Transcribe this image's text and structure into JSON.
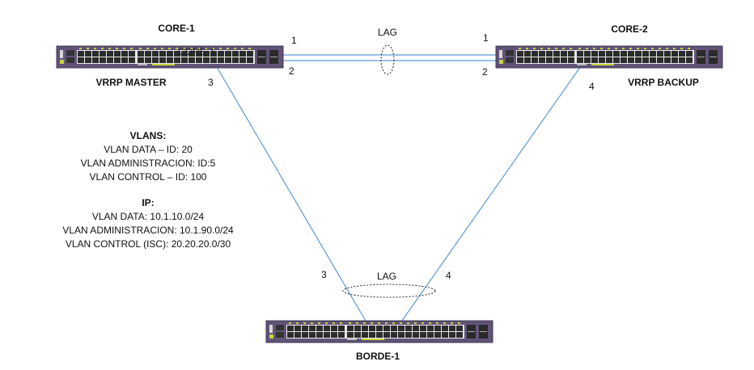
{
  "devices": {
    "core1": {
      "name": "CORE-1",
      "overlay_label": "CORE-1",
      "role": "VRRP MASTER"
    },
    "core2": {
      "name": "CORE-2",
      "role": "VRRP BACKUP"
    },
    "borde1": {
      "name": "BORDE-1"
    }
  },
  "lag_labels": {
    "top": "LAG",
    "bottom": "LAG"
  },
  "port_labels": {
    "core1_p1": "1",
    "core1_p2": "2",
    "core1_p3": "3",
    "core2_p1": "1",
    "core2_p2": "2",
    "core2_p4": "4",
    "borde_p3": "3",
    "borde_p4": "4"
  },
  "vlans": {
    "title": "VLANS:",
    "items": [
      "VLAN DATA – ID: 20",
      "VLAN ADMINISTRACION: ID:5",
      "VLAN CONTROL – ID: 100"
    ]
  },
  "ip": {
    "title": "IP:",
    "items": [
      "VLAN DATA: 10.1.10.0/24",
      "VLAN ADMINISTRACION: 10.1.90.0/24",
      "VLAN CONTROL (ISC): 20.20.20.0/30"
    ]
  },
  "colors": {
    "link": "#5b9bd5",
    "switch_body": "#5a4d6e",
    "switch_led": "#c8d43a"
  }
}
